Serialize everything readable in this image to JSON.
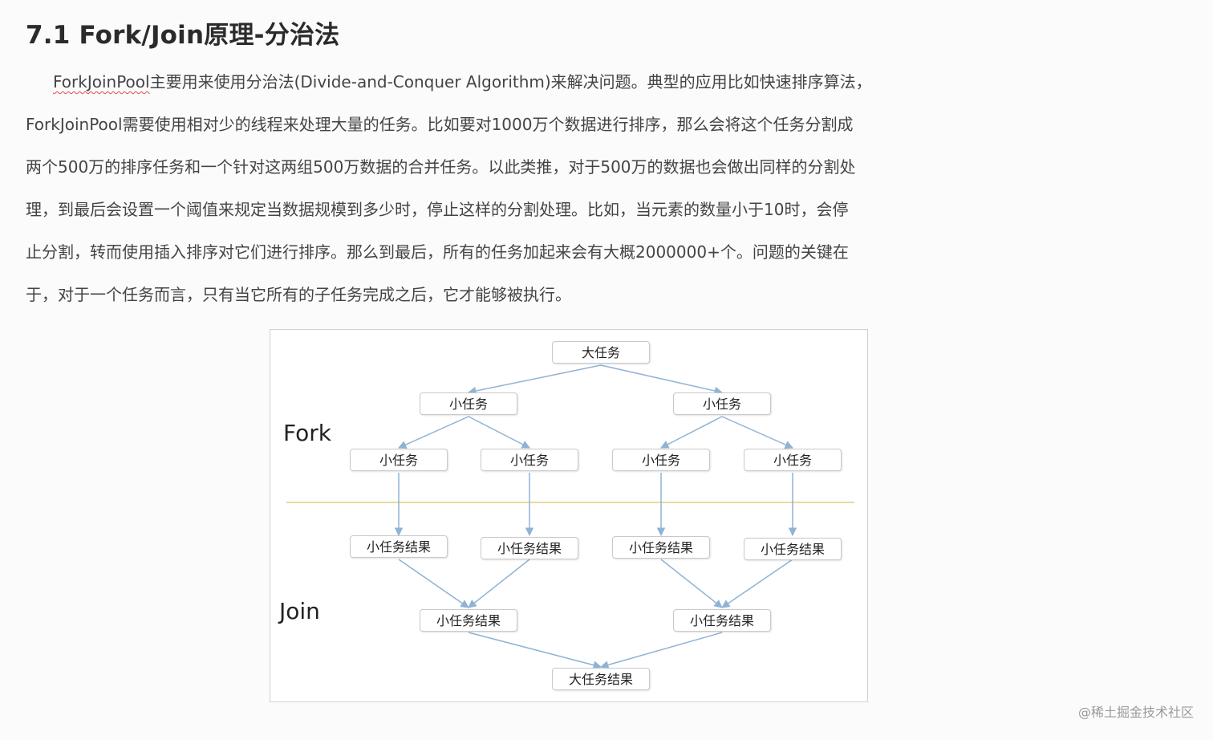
{
  "heading": "7.1 Fork/Join原理-分治法",
  "paragraph": {
    "term": "ForkJoinPool",
    "line1_rest": "主要用来使用分治法(Divide-and-Conquer Algorithm)来解决问题。典型的应用比如快速排序算法，",
    "line2": "ForkJoinPool需要使用相对少的线程来处理大量的任务。比如要对1000万个数据进行排序，那么会将这个任务分割成",
    "line3": "两个500万的排序任务和一个针对这两组500万数据的合并任务。以此类推，对于500万的数据也会做出同样的分割处",
    "line4": "理，到最后会设置一个阈值来规定当数据规模到多少时，停止这样的分割处理。比如，当元素的数量小于10时，会停",
    "line5": "止分割，转而使用插入排序对它们进行排序。那么到最后，所有的任务加起来会有大概2000000+个。问题的关键在",
    "line6": "于，对于一个任务而言，只有当它所有的子任务完成之后，它才能够被执行。"
  },
  "diagram": {
    "fork_label": "Fork",
    "join_label": "Join",
    "big_task": "大任务",
    "sub_task": "小任务",
    "sub_result": "小任务结果",
    "big_result": "大任务结果",
    "edge_color": "#8fb3d4",
    "divider_color": "#e8dc9a"
  },
  "watermark": "@稀土掘金技术社区"
}
